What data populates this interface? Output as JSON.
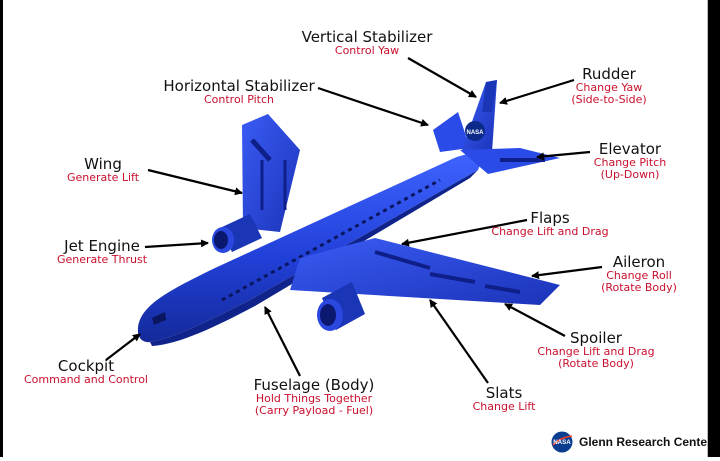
{
  "labels": {
    "vertical_stabilizer": {
      "title": "Vertical Stabilizer",
      "desc": [
        "Control Yaw"
      ]
    },
    "horizontal_stabilizer": {
      "title": "Horizontal Stabilizer",
      "desc": [
        "Control Pitch"
      ]
    },
    "rudder": {
      "title": "Rudder",
      "desc": [
        "Change Yaw",
        "(Side-to-Side)"
      ]
    },
    "elevator": {
      "title": "Elevator",
      "desc": [
        "Change Pitch",
        "(Up-Down)"
      ]
    },
    "wing": {
      "title": "Wing",
      "desc": [
        "Generate Lift"
      ]
    },
    "flaps": {
      "title": "Flaps",
      "desc": [
        "Change Lift and Drag"
      ]
    },
    "jet_engine": {
      "title": "Jet Engine",
      "desc": [
        "Generate Thrust"
      ]
    },
    "aileron": {
      "title": "Aileron",
      "desc": [
        "Change Roll",
        "(Rotate Body)"
      ]
    },
    "spoiler": {
      "title": "Spoiler",
      "desc": [
        "Change Lift and Drag",
        "(Rotate Body)"
      ]
    },
    "cockpit": {
      "title": "Cockpit",
      "desc": [
        "Command and Control"
      ]
    },
    "fuselage": {
      "title": "Fuselage (Body)",
      "desc": [
        "Hold Things Together",
        "(Carry Payload - Fuel)"
      ]
    },
    "slats": {
      "title": "Slats",
      "desc": [
        "Change Lift"
      ]
    }
  },
  "tail_logo": "NASA",
  "footer": {
    "logo_text": "NASA",
    "org": "Glenn Research Center"
  },
  "colors": {
    "airplane": "#1f3ed6",
    "airplane_dark": "#0f1f8a",
    "label_desc": "#c8102e",
    "arrow": "#000000"
  }
}
